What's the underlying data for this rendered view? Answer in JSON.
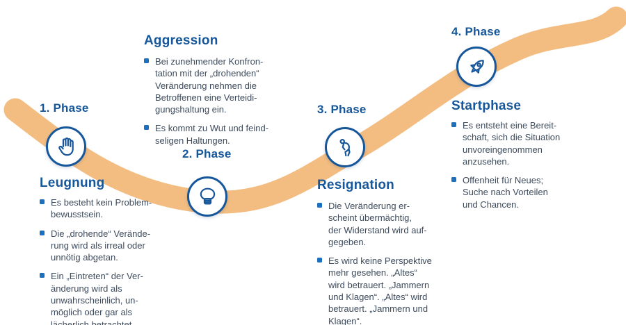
{
  "colors": {
    "heading_blue": "#16569a",
    "body_text": "#3d4b5c",
    "bullet_blue": "#1d6fbf",
    "curve_orange": "#f3bd82",
    "background": "#ffffff"
  },
  "diagram": {
    "type": "change-curve-infographic",
    "curve_shape": "descends from upper left through a valley then rises to upper right"
  },
  "phases": [
    {
      "phase_label": "1. Phase",
      "title": "Leugnung",
      "icon": "hand-icon",
      "bullets": [
        "Es besteht kein Problem-\nbewusstsein.",
        "Die „drohende“ Verände-\nrung wird als irreal oder\nunnötig abgetan.",
        "Ein „Eintreten“ der Ver-\nänderung wird als\nunwahrscheinlich, un-\nmöglich oder gar als\nlächerlich betrachtet."
      ]
    },
    {
      "phase_label": "2. Phase",
      "title": "Aggression",
      "icon": "boxing-glove-icon",
      "bullets": [
        "Bei zunehmender Konfron-\ntation mit der „drohenden“\nVeränderung nehmen die\nBetroffenen eine Verteidi-\ngungshaltung ein.",
        "Es kommt zu Wut und feind-\nseligen Haltungen."
      ]
    },
    {
      "phase_label": "3. Phase",
      "title": "Resignation",
      "icon": "slumped-person-icon",
      "bullets": [
        "Die Veränderung er-\nscheint übermächtig,\nder Widerstand wird auf-\ngegeben.",
        "Es wird keine Perspektive\nmehr gesehen. „Altes“\nwird betrauert. „Jammern\nund Klagen“. „Altes“ wird\nbetrauert. „Jammern und\nKlagen“."
      ]
    },
    {
      "phase_label": "4. Phase",
      "title": "Startphase",
      "icon": "rocket-icon",
      "bullets": [
        "Es entsteht eine Bereit-\nschaft, sich die Situation\nunvoreingenommen\nanzusehen.",
        "Offenheit für Neues;\nSuche nach Vorteilen\nund Chancen."
      ]
    }
  ]
}
